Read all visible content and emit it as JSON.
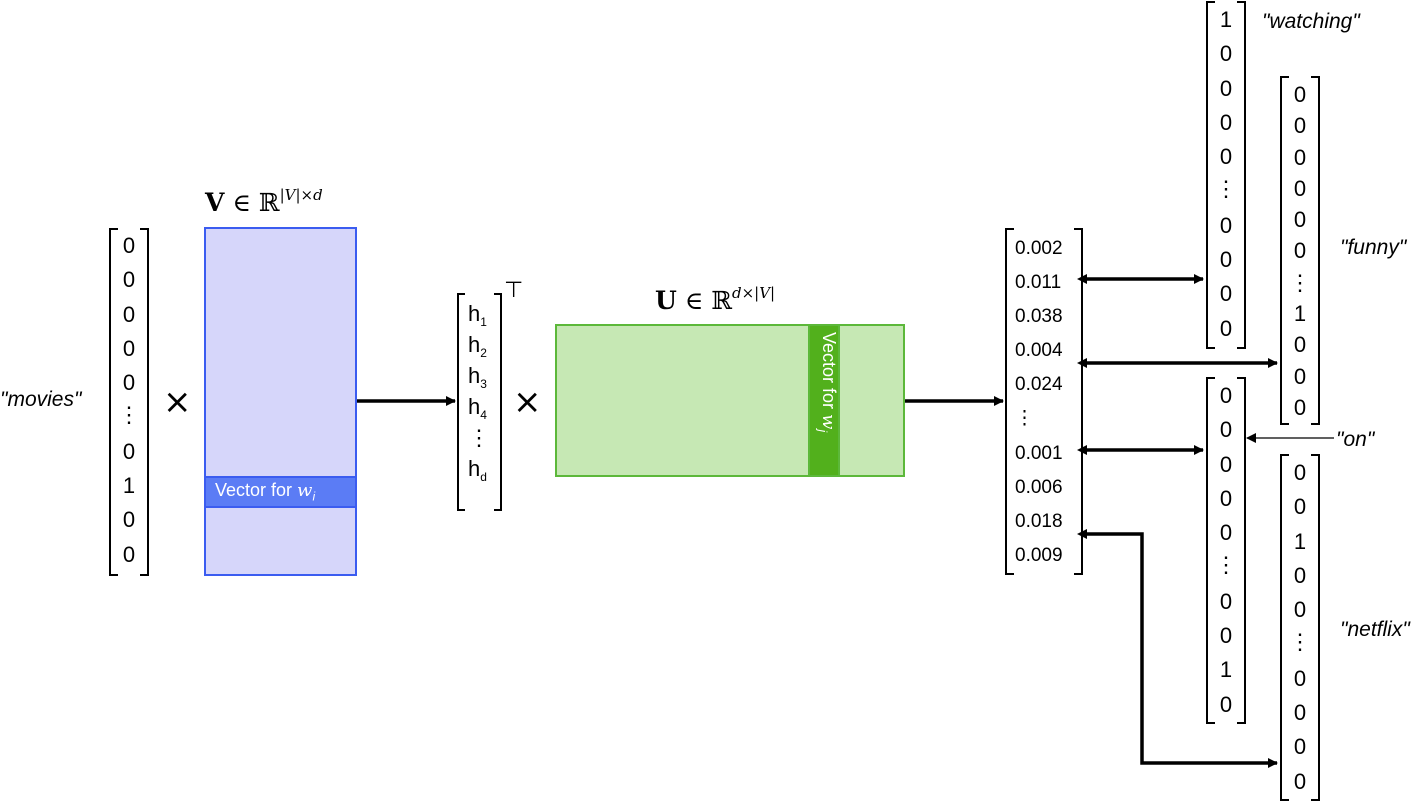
{
  "input": {
    "label": "\"movies\"",
    "vector": [
      "0",
      "0",
      "0",
      "0",
      "0",
      "⋮",
      "0",
      "1",
      "0",
      "0"
    ]
  },
  "times_symbol": "×",
  "V_matrix": {
    "title_symbol": "V",
    "title_rest": " ∈ ℝ",
    "title_sup": "|V|×d",
    "row_label_prefix": "Vector for ",
    "row_label_var": "w",
    "row_label_sub": "i",
    "colors": {
      "fill": "#d6d6fa",
      "border": "#3b5cf0",
      "highlight": "#5b7cf5"
    }
  },
  "hidden": {
    "items": [
      {
        "base": "h",
        "sub": "1"
      },
      {
        "base": "h",
        "sub": "2"
      },
      {
        "base": "h",
        "sub": "3"
      },
      {
        "base": "h",
        "sub": "4"
      },
      {
        "base": "⋮",
        "sub": ""
      },
      {
        "base": "h",
        "sub": "d"
      }
    ],
    "transpose": "⊤"
  },
  "U_matrix": {
    "title_symbol": "U",
    "title_rest": " ∈ ℝ",
    "title_sup": "d×|V|",
    "col_label_prefix": "Vector for ",
    "col_label_var": "w",
    "col_label_sub": "j",
    "colors": {
      "fill": "#c6e8b4",
      "border": "#5cb83a",
      "highlight": "#52b01c"
    }
  },
  "output": {
    "values": [
      "0.002",
      "0.011",
      "0.038",
      "0.004",
      "0.024",
      "⋮",
      "0.001",
      "0.006",
      "0.018",
      "0.009"
    ]
  },
  "context_words": [
    {
      "label": "\"watching\"",
      "vector": [
        "1",
        "0",
        "0",
        "0",
        "0",
        "⋮",
        "0",
        "0",
        "0",
        "0"
      ]
    },
    {
      "label": "\"funny\"",
      "vector": [
        "0",
        "0",
        "0",
        "0",
        "0",
        "0",
        "⋮",
        "1",
        "0",
        "0",
        "0"
      ]
    },
    {
      "label": "\"on\"",
      "vector": [
        "0",
        "0",
        "0",
        "0",
        "0",
        "⋮",
        "0",
        "0",
        "1",
        "0"
      ]
    },
    {
      "label": "\"netflix\"",
      "vector": [
        "0",
        "0",
        "1",
        "0",
        "0",
        "⋮",
        "0",
        "0",
        "0",
        "0"
      ]
    }
  ]
}
